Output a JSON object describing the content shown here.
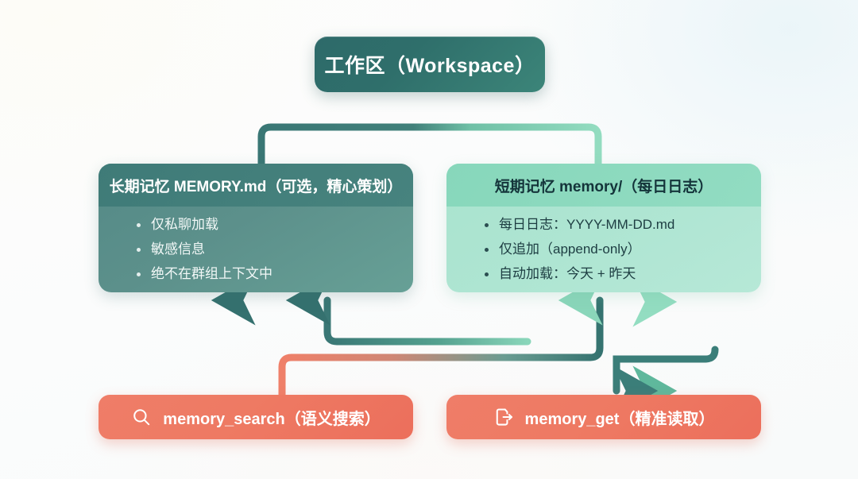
{
  "diagram": {
    "workspace": {
      "label": "工作区（Workspace）"
    },
    "long_term_memory": {
      "title": "长期记忆 MEMORY.md（可选，精心策划）",
      "bullets": [
        "仅私聊加载",
        "敏感信息",
        "绝不在群组上下文中"
      ]
    },
    "short_term_memory": {
      "title": "短期记忆 memory/（每日日志）",
      "bullets": [
        "每日日志：YYYY-MM-DD.md",
        "仅追加（append-only）",
        "自动加载：今天 + 昨天"
      ]
    },
    "tools": [
      {
        "id": "memory_search",
        "label": "memory_search（语义搜索）",
        "icon": "search-icon"
      },
      {
        "id": "memory_get",
        "label": "memory_get（精准读取）",
        "icon": "file-export-icon"
      }
    ],
    "colors": {
      "workspace_fill": "#2f6f6b",
      "long_term_header": "#3f7b78",
      "long_term_body": "#5c908b",
      "short_term_header": "#87d7bb",
      "short_term_body": "#aee5d2",
      "tool_fill": "#ee7a63",
      "connector_teal": "#3f7b78",
      "connector_mint": "#8ed9bd",
      "connector_salmon": "#ee8068",
      "background": "#fbfcfc"
    }
  }
}
